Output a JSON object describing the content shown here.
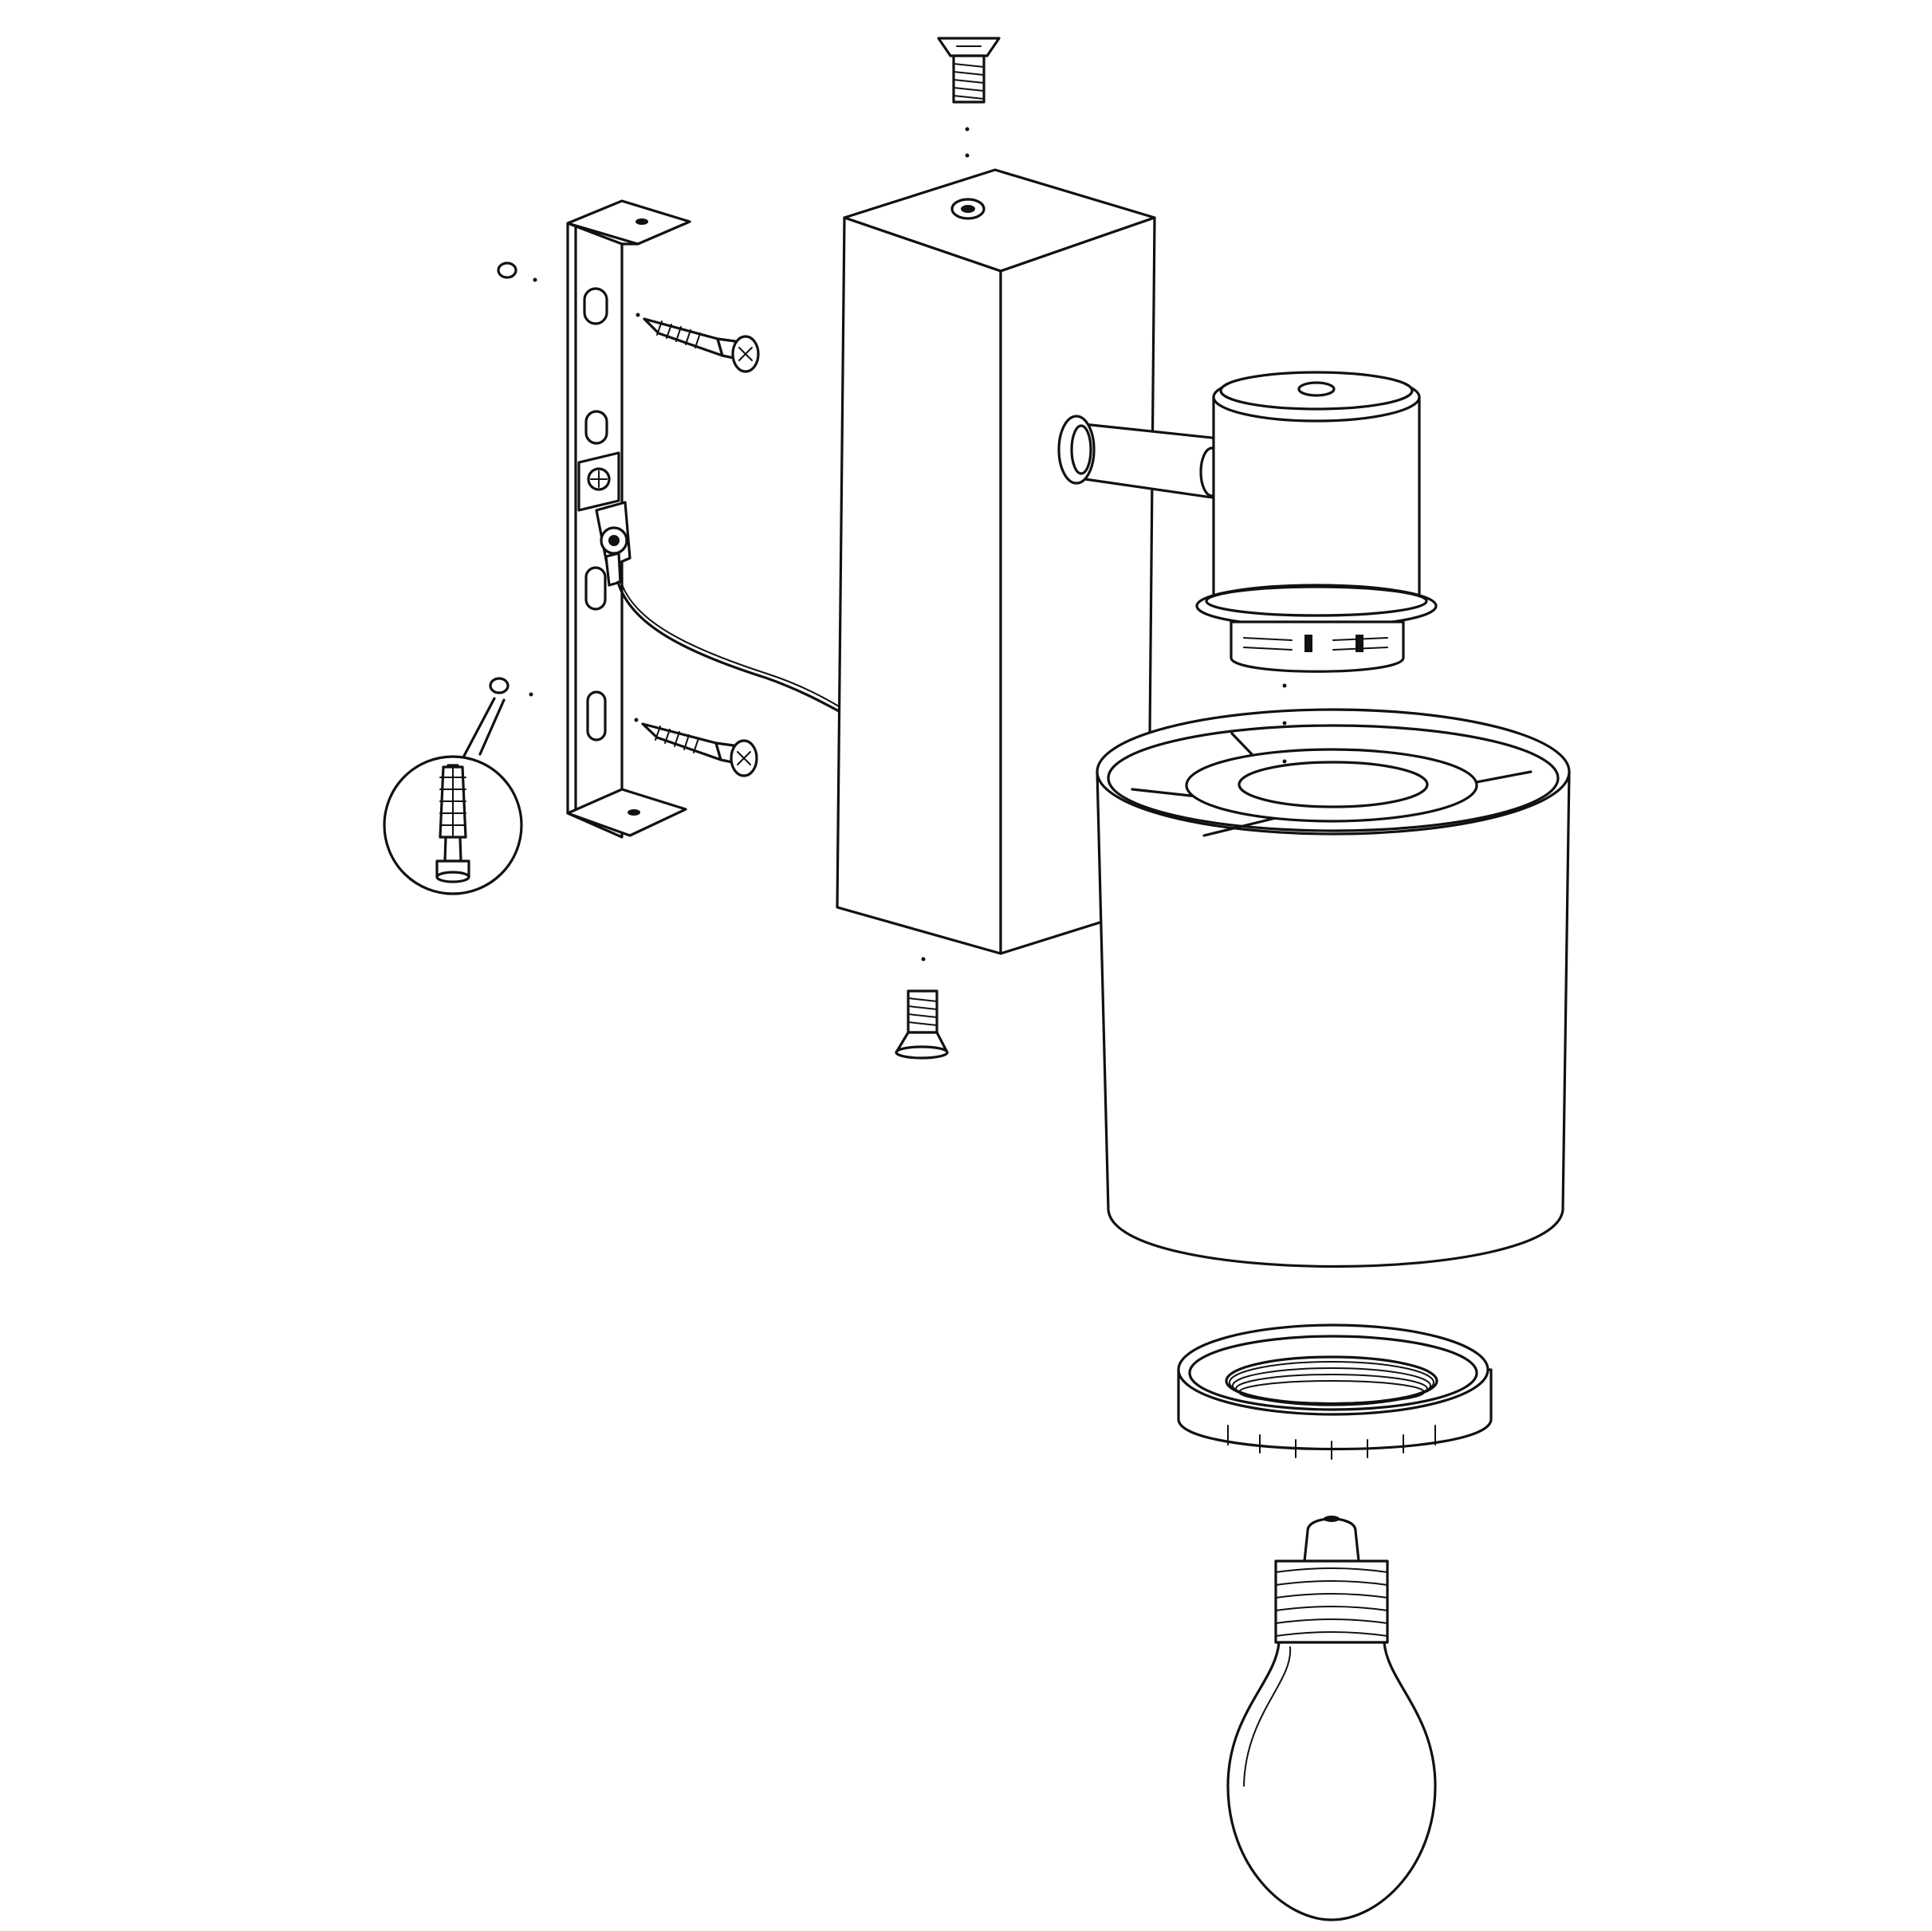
{
  "diagram": {
    "kind": "exploded-assembly",
    "background": "#ffffff",
    "line_color": "#111111",
    "labels": [],
    "parts": [
      {
        "id": "top-screw",
        "icon": "countersunk-screw-icon"
      },
      {
        "id": "mounting-bracket",
        "icon": "bracket-icon"
      },
      {
        "id": "wall-screws",
        "icon": "wood-screw-icon",
        "count": 2
      },
      {
        "id": "wall-plugs",
        "icon": "wall-plug-icon",
        "count": 1
      },
      {
        "id": "earth-terminal",
        "icon": "earth-terminal-icon"
      },
      {
        "id": "housing-block",
        "icon": "rectangular-block-icon"
      },
      {
        "id": "lamp-holder",
        "icon": "lampholder-icon"
      },
      {
        "id": "cylinder-shade",
        "icon": "cylinder-shade-icon"
      },
      {
        "id": "bottom-screw",
        "icon": "countersunk-screw-icon"
      },
      {
        "id": "shade-ring",
        "icon": "threaded-ring-icon"
      },
      {
        "id": "light-bulb",
        "icon": "light-bulb-icon"
      }
    ]
  }
}
